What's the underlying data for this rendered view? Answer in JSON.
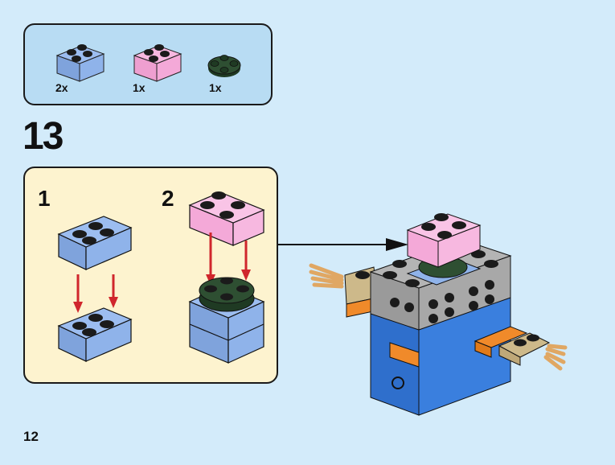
{
  "parts_list": {
    "items": [
      {
        "name": "brick 2x2",
        "color": "#8fb3ea",
        "quantity": "2x"
      },
      {
        "name": "brick 2x2",
        "color": "#f4a9d8",
        "quantity": "1x"
      },
      {
        "name": "round plate 2x2",
        "color": "#2e4f32",
        "quantity": "1x"
      }
    ]
  },
  "step": {
    "number": "13",
    "substeps": [
      {
        "number": "1"
      },
      {
        "number": "2"
      }
    ]
  },
  "page": {
    "number": "12"
  },
  "colors": {
    "background": "#d3ebfa",
    "parts_box": "#b8dcf3",
    "substep_box": "#fdf3cf",
    "arrow": "#d0262c"
  }
}
